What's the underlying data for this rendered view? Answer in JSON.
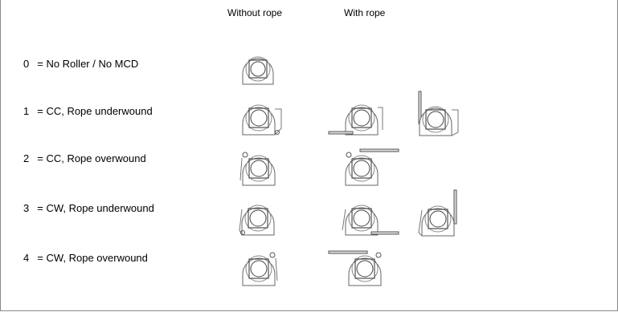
{
  "headers": {
    "without": "Without rope",
    "with": "With rope"
  },
  "rows": [
    {
      "num": "0",
      "label": "= No Roller / No MCD",
      "without": "no-roller-symbol",
      "with": []
    },
    {
      "num": "1",
      "label": "= CC, Rope underwound",
      "without": "cc-roller-symbol",
      "with": [
        "rope-under-left",
        "rope-up-right"
      ]
    },
    {
      "num": "2",
      "label": "= CC, Rope overwound",
      "without": "cc-overwound-symbol",
      "with": [
        "rope-over-right"
      ]
    },
    {
      "num": "3",
      "label": "= CW, Rope underwound",
      "without": "cw-roller-symbol",
      "with": [
        "rope-under-right",
        "rope-up-left"
      ]
    },
    {
      "num": "4",
      "label": "= CW, Rope overwound",
      "without": "cw-overwound-symbol",
      "with": [
        "rope-over-left"
      ]
    }
  ]
}
